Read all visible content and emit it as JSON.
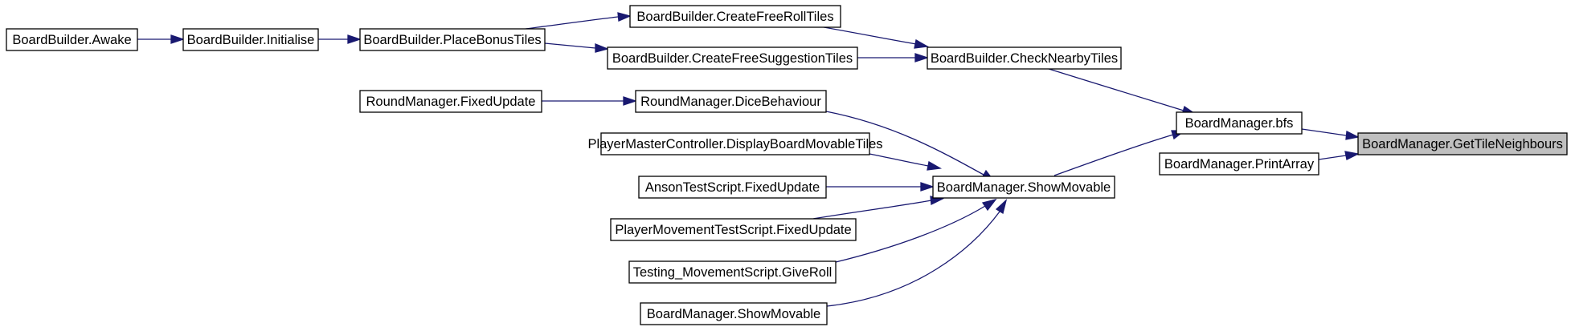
{
  "diagram": {
    "type": "call-graph",
    "colors": {
      "edge": "#191970",
      "focus_fill": "#bfbfbf",
      "node_fill": "#ffffff",
      "node_border": "#000000"
    },
    "nodes": [
      {
        "id": "getTileNeighbours",
        "label": "BoardManager.GetTileNeighbours",
        "highlight": true
      },
      {
        "id": "bfs",
        "label": "BoardManager.bfs"
      },
      {
        "id": "printArray",
        "label": "BoardManager.PrintArray"
      },
      {
        "id": "checkNearby",
        "label": "BoardBuilder.CheckNearbyTiles"
      },
      {
        "id": "showMovable",
        "label": "BoardManager.ShowMovable"
      },
      {
        "id": "createFreeRoll",
        "label": "BoardBuilder.CreateFreeRollTiles"
      },
      {
        "id": "createFreeSugg",
        "label": "BoardBuilder.CreateFreeSuggestionTiles"
      },
      {
        "id": "placeBonus",
        "label": "BoardBuilder.PlaceBonusTiles"
      },
      {
        "id": "initialise",
        "label": "BoardBuilder.Initialise"
      },
      {
        "id": "awake",
        "label": "BoardBuilder.Awake"
      },
      {
        "id": "diceBehaviour",
        "label": "RoundManager.DiceBehaviour"
      },
      {
        "id": "rmFixedUpdate",
        "label": "RoundManager.FixedUpdate"
      },
      {
        "id": "displayBoard",
        "label": "PlayerMasterController.DisplayBoardMovableTiles"
      },
      {
        "id": "ansonFixed",
        "label": "AnsonTestScript.FixedUpdate"
      },
      {
        "id": "pmFixed",
        "label": "PlayerMovementTestScript.FixedUpdate"
      },
      {
        "id": "giveRoll",
        "label": "Testing_MovementScript.GiveRoll"
      },
      {
        "id": "showMovable2",
        "label": "BoardManager.ShowMovable"
      }
    ],
    "edges": [
      {
        "from": "awake",
        "to": "initialise"
      },
      {
        "from": "initialise",
        "to": "placeBonus"
      },
      {
        "from": "placeBonus",
        "to": "createFreeRoll"
      },
      {
        "from": "placeBonus",
        "to": "createFreeSugg"
      },
      {
        "from": "createFreeRoll",
        "to": "checkNearby"
      },
      {
        "from": "createFreeSugg",
        "to": "checkNearby"
      },
      {
        "from": "checkNearby",
        "to": "bfs"
      },
      {
        "from": "rmFixedUpdate",
        "to": "diceBehaviour"
      },
      {
        "from": "diceBehaviour",
        "to": "showMovable"
      },
      {
        "from": "displayBoard",
        "to": "showMovable"
      },
      {
        "from": "ansonFixed",
        "to": "showMovable"
      },
      {
        "from": "pmFixed",
        "to": "showMovable"
      },
      {
        "from": "giveRoll",
        "to": "showMovable"
      },
      {
        "from": "showMovable2",
        "to": "showMovable"
      },
      {
        "from": "showMovable",
        "to": "bfs"
      },
      {
        "from": "bfs",
        "to": "getTileNeighbours"
      },
      {
        "from": "printArray",
        "to": "getTileNeighbours"
      }
    ]
  }
}
